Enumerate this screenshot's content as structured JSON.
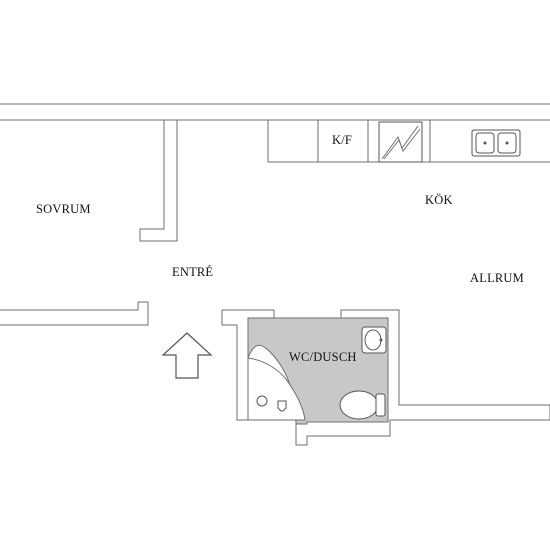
{
  "floorplan": {
    "rooms": {
      "bedroom": "SOVRUM",
      "kitchen": "KÖK",
      "hall": "ENTRÉ",
      "living": "ALLRUM",
      "bathroom": "WC/DUSCH"
    },
    "fridge_label": "K/F"
  }
}
